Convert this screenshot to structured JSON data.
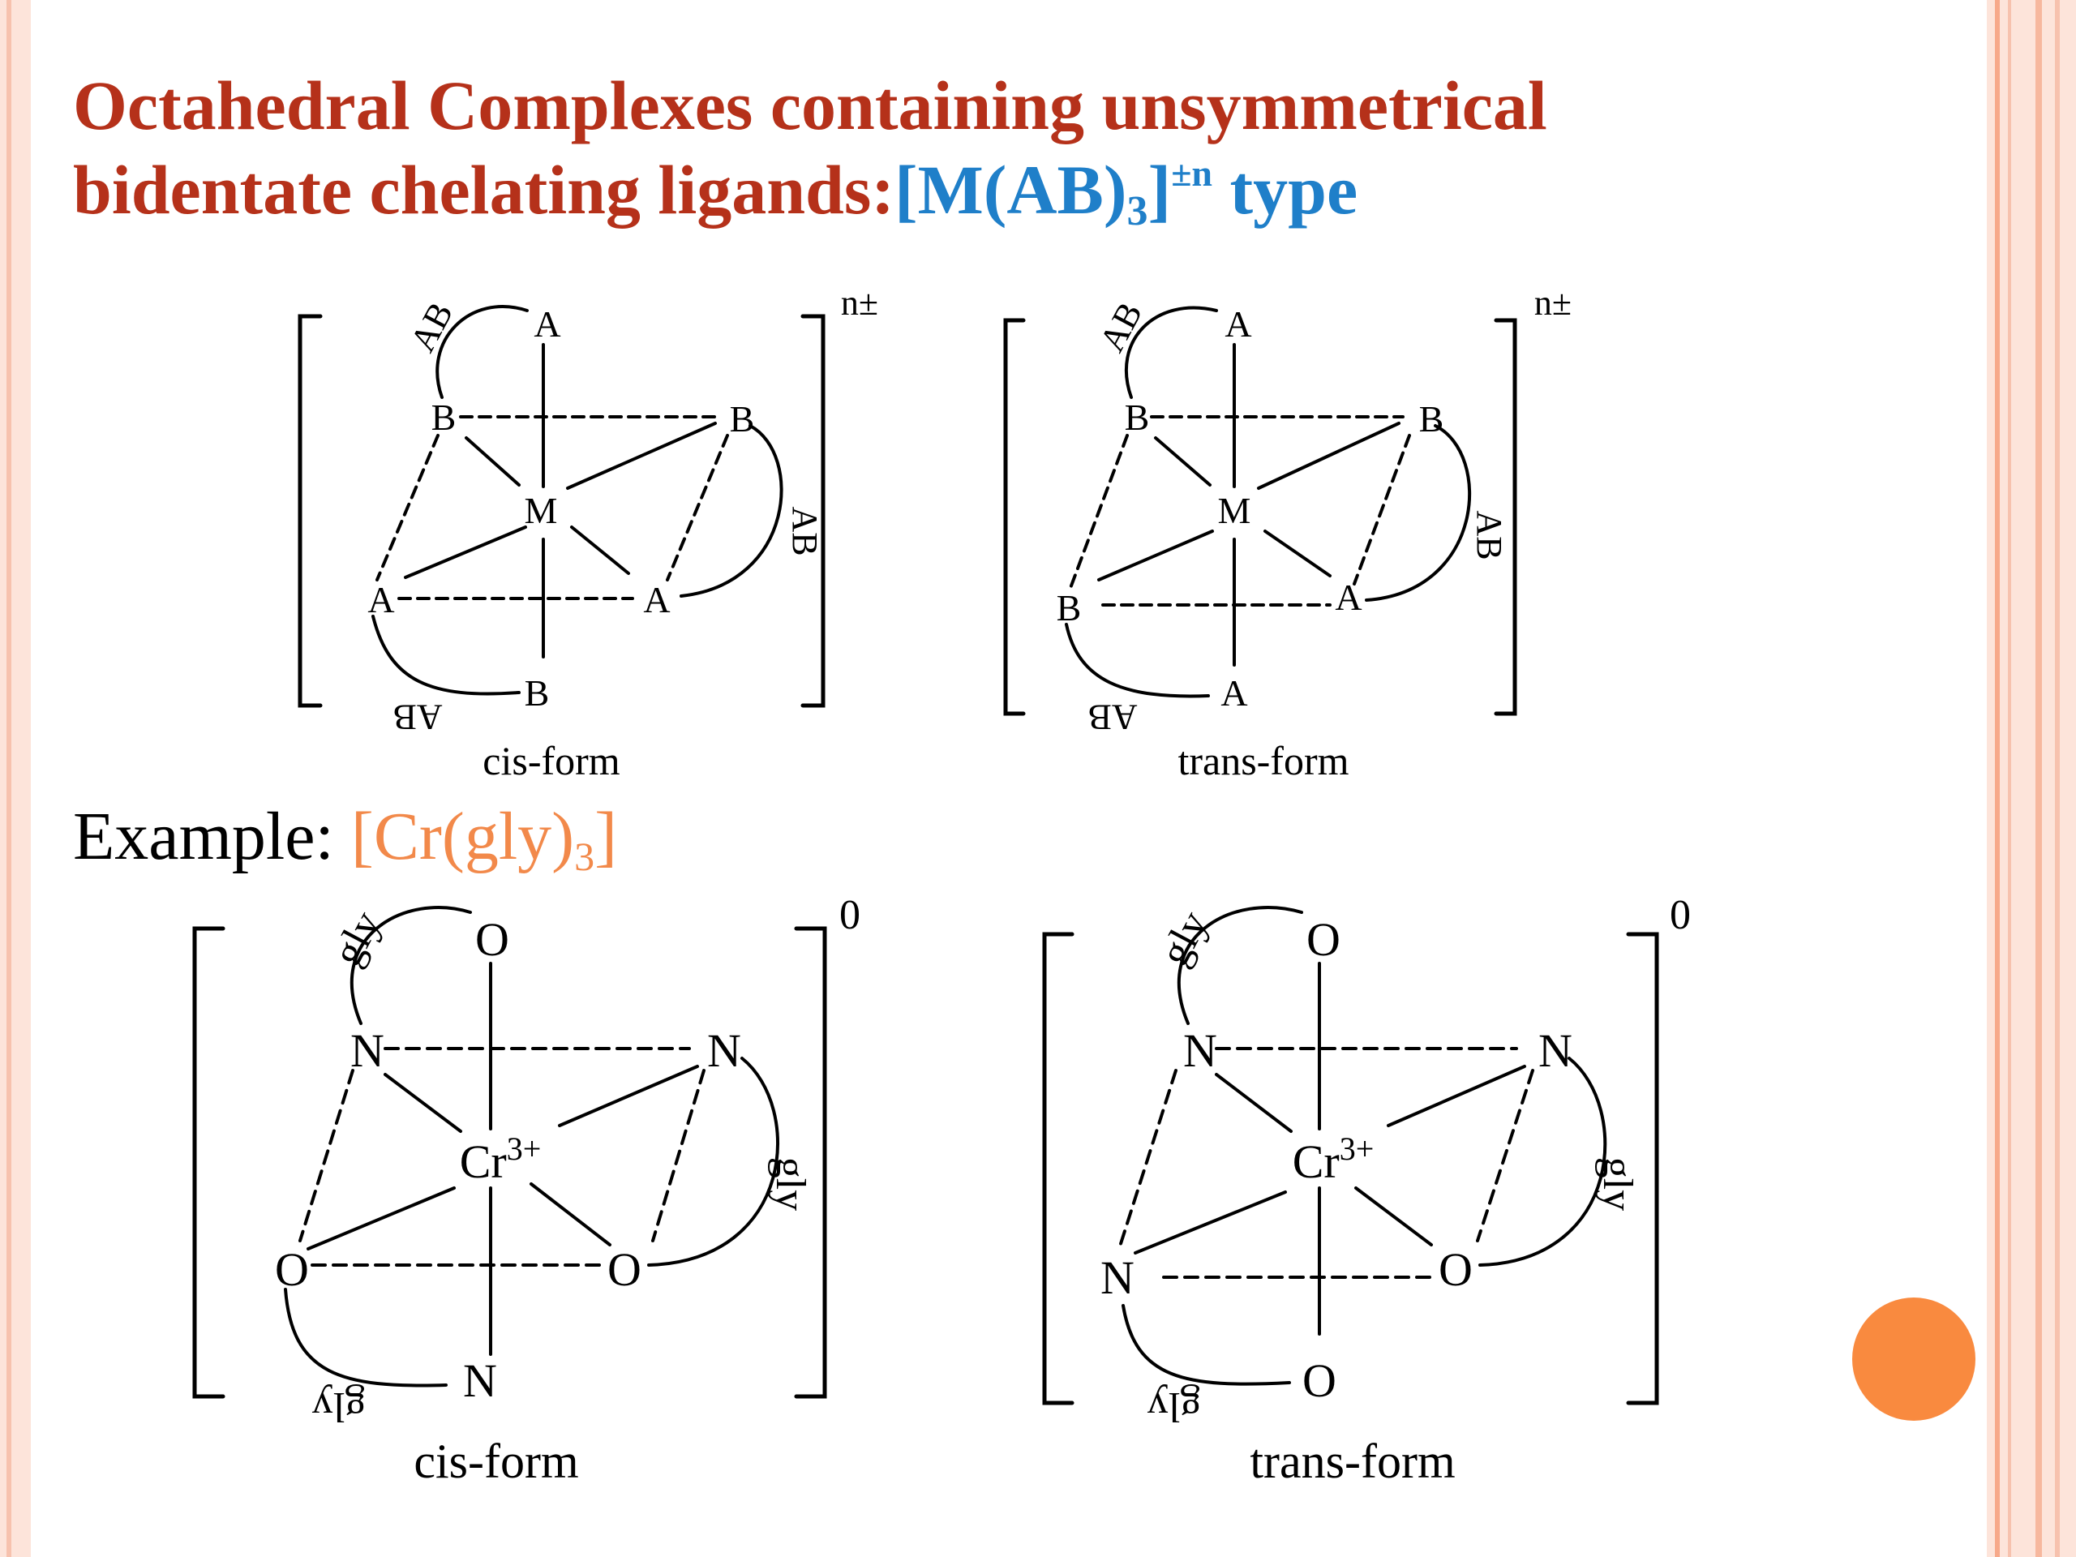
{
  "slide": {
    "title_line1": "Octahedral Complexes containing unsymmetrical",
    "title_line2": "bidentate chelating ligands:",
    "title_formula_main": "[M(AB)",
    "title_formula_sub": "3",
    "title_formula_close": "]",
    "title_formula_sup": "±n",
    "title_formula_suffix": " type",
    "example_label": "Example: ",
    "example_formula_main": "[Cr(gly)",
    "example_formula_sub": "3",
    "example_formula_close": "]",
    "accent_color_title": "#b5311a",
    "accent_color_formula": "#1f7fc9",
    "accent_color_example": "#f2894a"
  },
  "general": {
    "charge": "n±",
    "ligand": "AB",
    "metal": "M",
    "donor_a": "A",
    "donor_b": "B",
    "cis_caption": "cis-form",
    "trans_caption": "trans-form"
  },
  "example": {
    "charge": "0",
    "ligand": "gly",
    "metal": "Cr",
    "metal_charge": "3+",
    "donor_o": "O",
    "donor_n": "N",
    "cis_caption": "cis-form",
    "trans_caption": "trans-form"
  }
}
